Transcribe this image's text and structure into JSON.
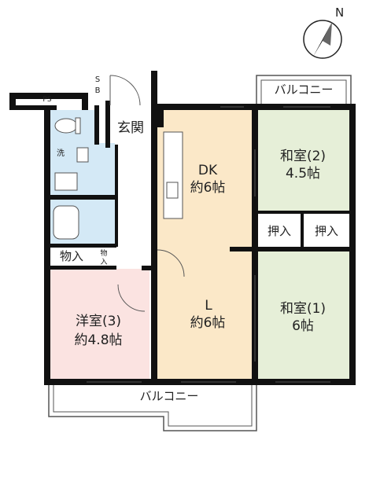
{
  "compass": {
    "north": "N"
  },
  "rooms": {
    "dk": {
      "name": "DK",
      "size": "約6帖"
    },
    "living": {
      "name": "L",
      "size": "約6帖"
    },
    "washitsu2": {
      "name": "和室(2)",
      "size": "4.5帖"
    },
    "washitsu1": {
      "name": "和室(1)",
      "size": "6帖"
    },
    "yoshitsu3": {
      "name": "洋室(3)",
      "size": "約4.8帖"
    }
  },
  "labels": {
    "genkan": "玄関",
    "ps": "PS",
    "sb_s": "S",
    "sb_b": "B",
    "wash": "洗",
    "storage_main": "物入",
    "storage_small_1": "物",
    "storage_small_2": "入",
    "closet_left": "押入",
    "closet_right": "押入",
    "balcony_top": "バルコニー",
    "balcony_bottom": "バルコニー"
  },
  "colors": {
    "wall": "#111111",
    "dk_floor": "#fbe8c8",
    "tatami": "#e6efd8",
    "yoshitsu_floor": "#fbe3e1",
    "wet_area": "#d4e9f6",
    "line": "#555555"
  }
}
